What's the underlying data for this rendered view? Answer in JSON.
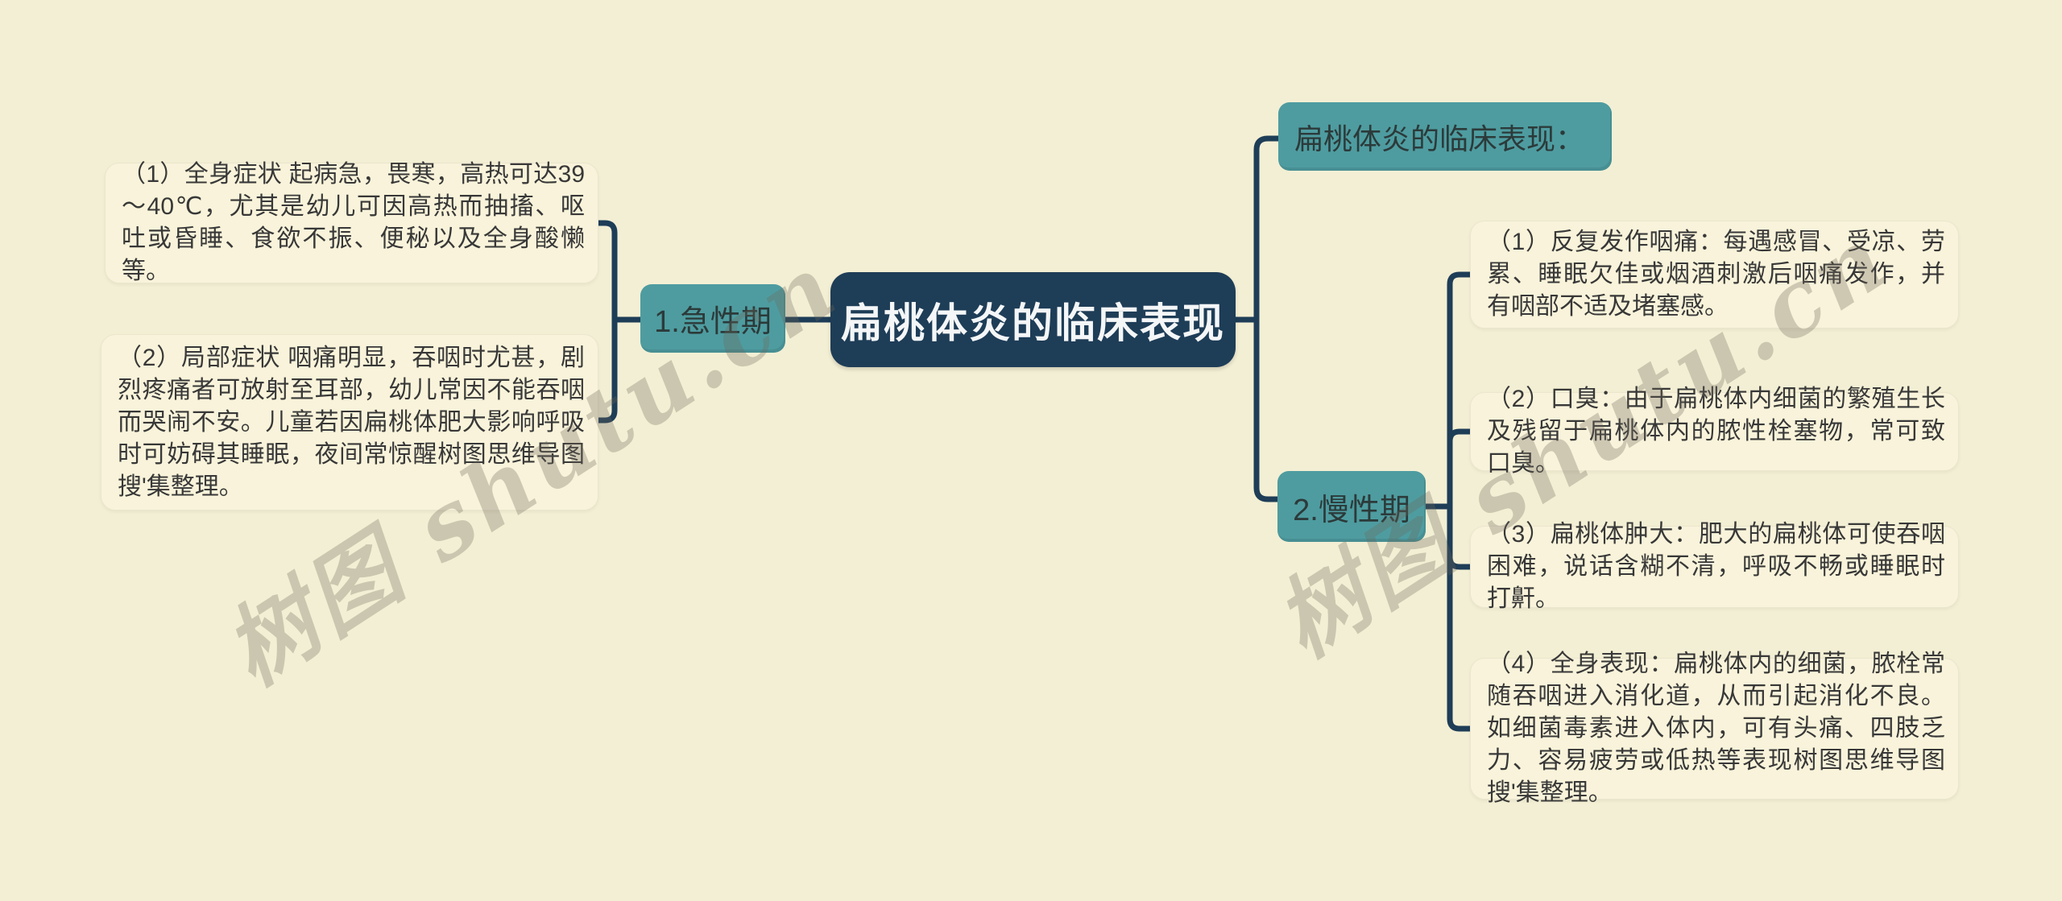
{
  "mindmap": {
    "root": {
      "label": "扁桃体炎的临床表现"
    },
    "annotation": {
      "label": "扁桃体炎的临床表现："
    },
    "branches": [
      {
        "label": "1.急性期",
        "children": [
          {
            "text": "（1）全身症状 起病急，畏寒，高热可达39～40℃，尤其是幼儿可因高热而抽搐、呕吐或昏睡、食欲不振、便秘以及全身酸懒等。"
          },
          {
            "text": "（2）局部症状 咽痛明显，吞咽时尤甚，剧烈疼痛者可放射至耳部，幼儿常因不能吞咽而哭闹不安。儿童若因扁桃体肥大影响呼吸时可妨碍其睡眠，夜间常惊醒树图思维导图搜'集整理。"
          }
        ]
      },
      {
        "label": "2.慢性期",
        "children": [
          {
            "text": "（1）反复发作咽痛：每遇感冒、受凉、劳累、睡眠欠佳或烟酒刺激后咽痛发作，并有咽部不适及堵塞感。"
          },
          {
            "text": "（2）口臭：由于扁桃体内细菌的繁殖生长及残留于扁桃体内的脓性栓塞物，常可致口臭。"
          },
          {
            "text": "（3）扁桃体肿大：肥大的扁桃体可使吞咽困难，说话含糊不清，呼吸不畅或睡眠时打鼾。"
          },
          {
            "text": "（4）全身表现：扁桃体内的细菌，脓栓常随吞咽进入消化道，从而引起消化不良。如细菌毒素进入体内，可有头痛、四肢乏力、容易疲劳或低热等表现树图思维导图搜'集整理。"
          }
        ]
      }
    ],
    "watermark": "树图 shutu.cn",
    "colors": {
      "background": "#f3efd4",
      "leaf_fill": "#f8f3da",
      "branch_fill": "#4e9ca0",
      "root_fill": "#1e3d57",
      "connector": "#1e3d57",
      "leaf_text": "#383838",
      "branch_text": "#2c3a3a",
      "root_text": "#f4f6f7"
    }
  }
}
